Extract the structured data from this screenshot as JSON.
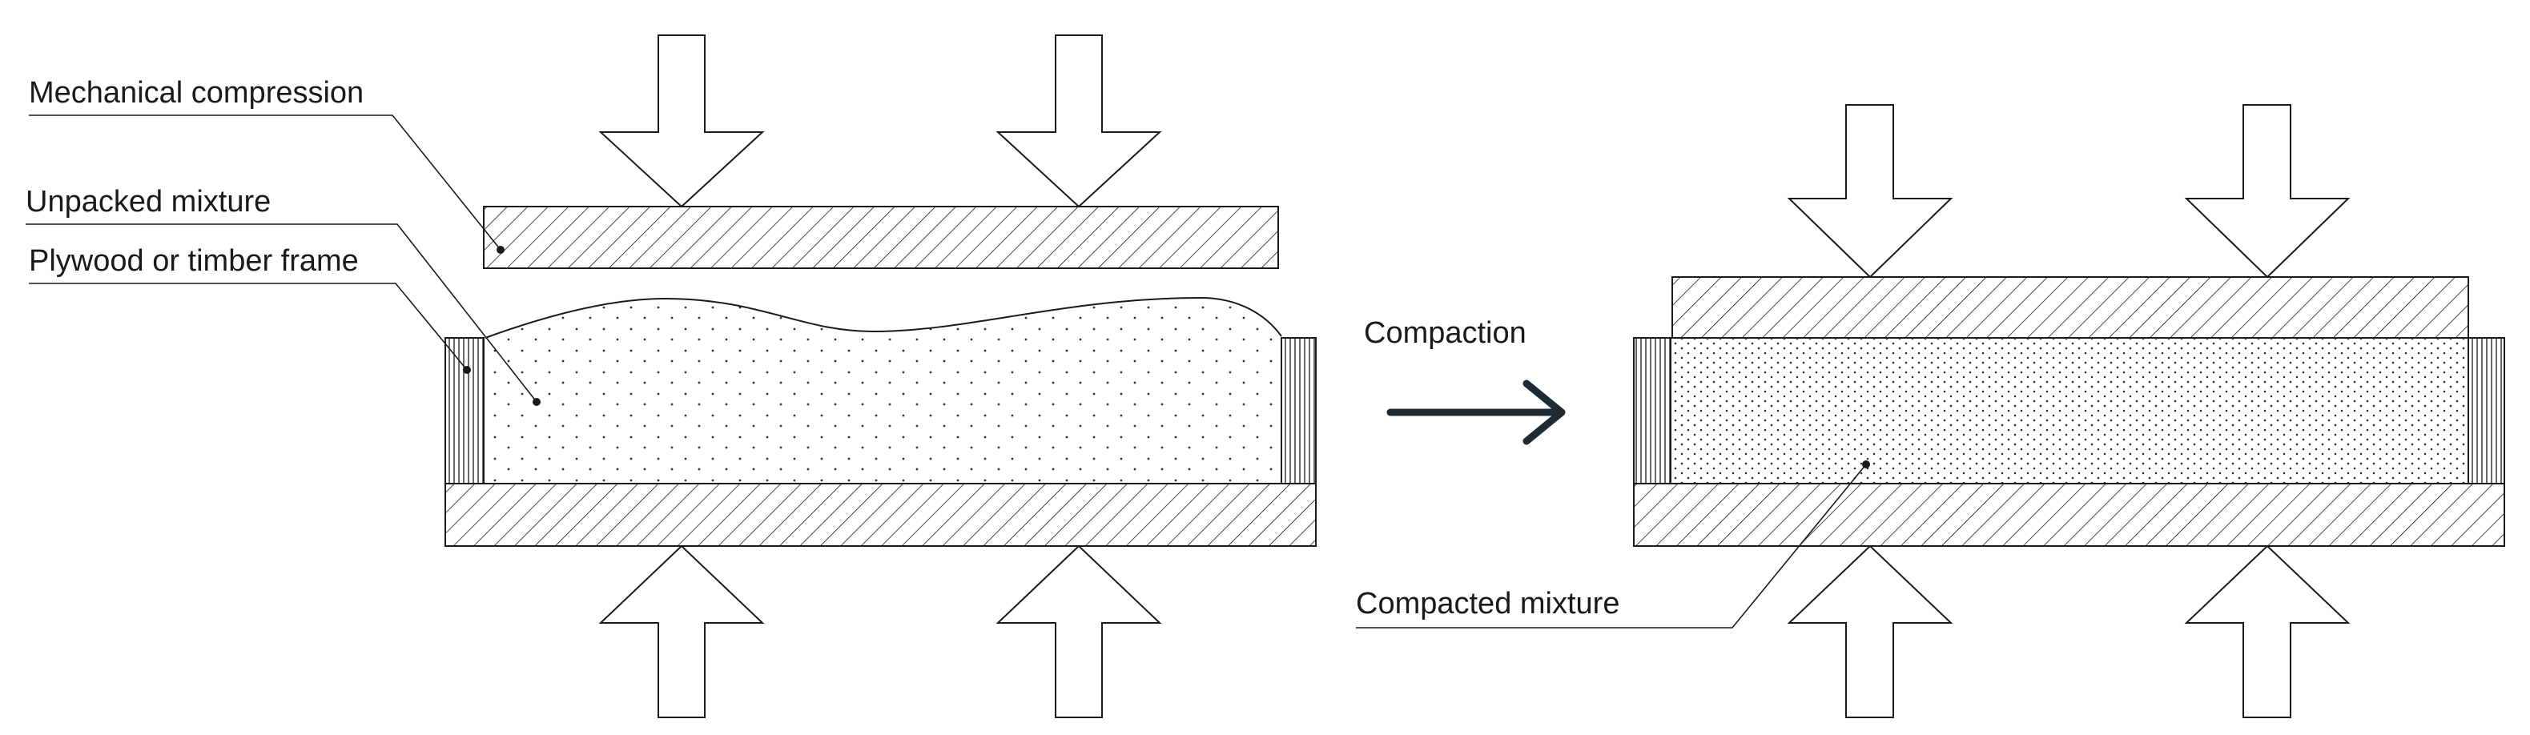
{
  "labels": {
    "mechanical_compression": "Mechanical compression",
    "unpacked_mixture": "Unpacked mixture",
    "frame": "Plywood or timber frame",
    "compaction": "Compaction",
    "compacted_mixture": "Compacted mixture"
  },
  "colors": {
    "line": "#1a1a1a",
    "arrow": "#1f2a33",
    "fill": "#ffffff"
  }
}
